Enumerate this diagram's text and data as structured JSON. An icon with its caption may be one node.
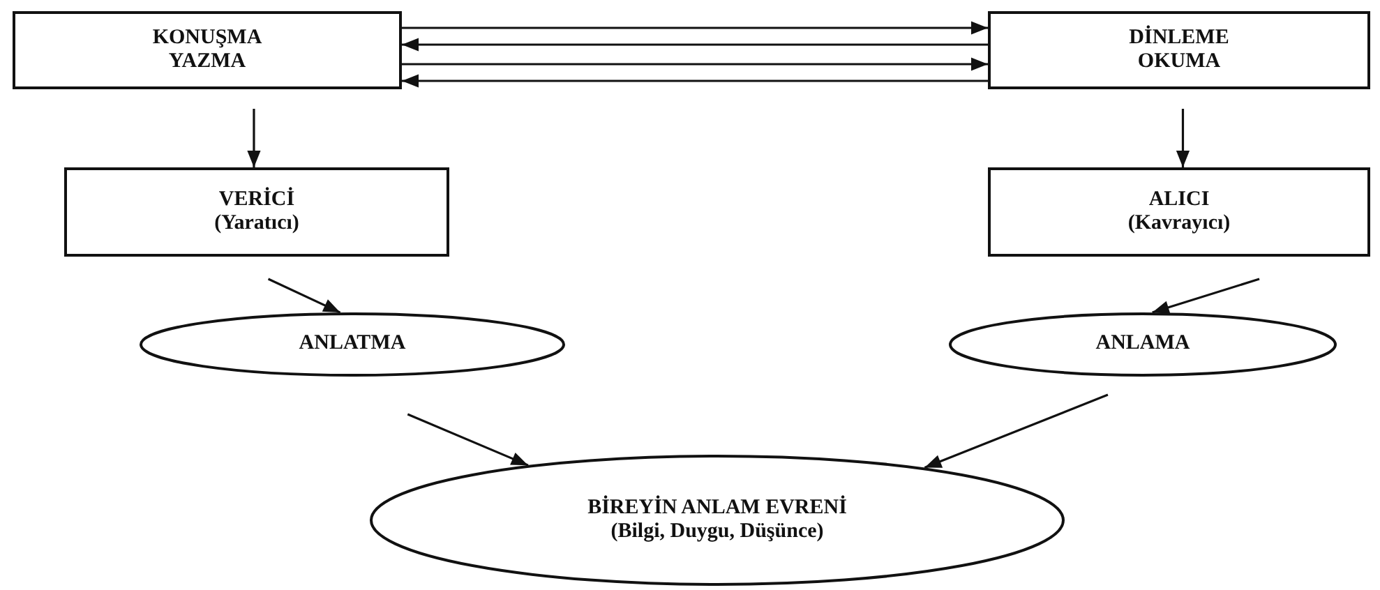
{
  "diagram": {
    "nodes": [
      {
        "text": [
          "KONUŞMA YAZMA"
        ]
      },
      {
        "text": [
          "DİNLEME OKUMA"
        ]
      },
      {
        "text": [
          "VERİCİ (Yaratıcı)"
        ]
      },
      {
        "text": [
          "ALICI (Kavrayıcı)"
        ]
      },
      {
        "text": [
          "ANLATMA"
        ]
      },
      {
        "text": [
          "ANLAMA"
        ]
      },
      {
        "text": [
          "BİREYİN ANLAM EVRENİ (Bilgi, Duygu, Düşünce)"
        ]
      }
    ],
    "edges": [
      {
        "from": 0,
        "to": 1,
        "arrow": "to"
      },
      {
        "from": 1,
        "to": 0,
        "arrow": "to"
      },
      {
        "from": 0,
        "to": 1,
        "arrow": "to"
      },
      {
        "from": 1,
        "to": 0,
        "arrow": "to"
      },
      {
        "from": 0,
        "to": 2,
        "arrow": "to"
      },
      {
        "from": 1,
        "to": 3,
        "arrow": "to"
      },
      {
        "from": 2,
        "to": 4,
        "arrow": "to"
      },
      {
        "from": 3,
        "to": 5,
        "arrow": "to"
      },
      {
        "from": 4,
        "to": 6,
        "arrow": "to"
      },
      {
        "from": 5,
        "to": 6,
        "arrow": "to"
      }
    ]
  }
}
